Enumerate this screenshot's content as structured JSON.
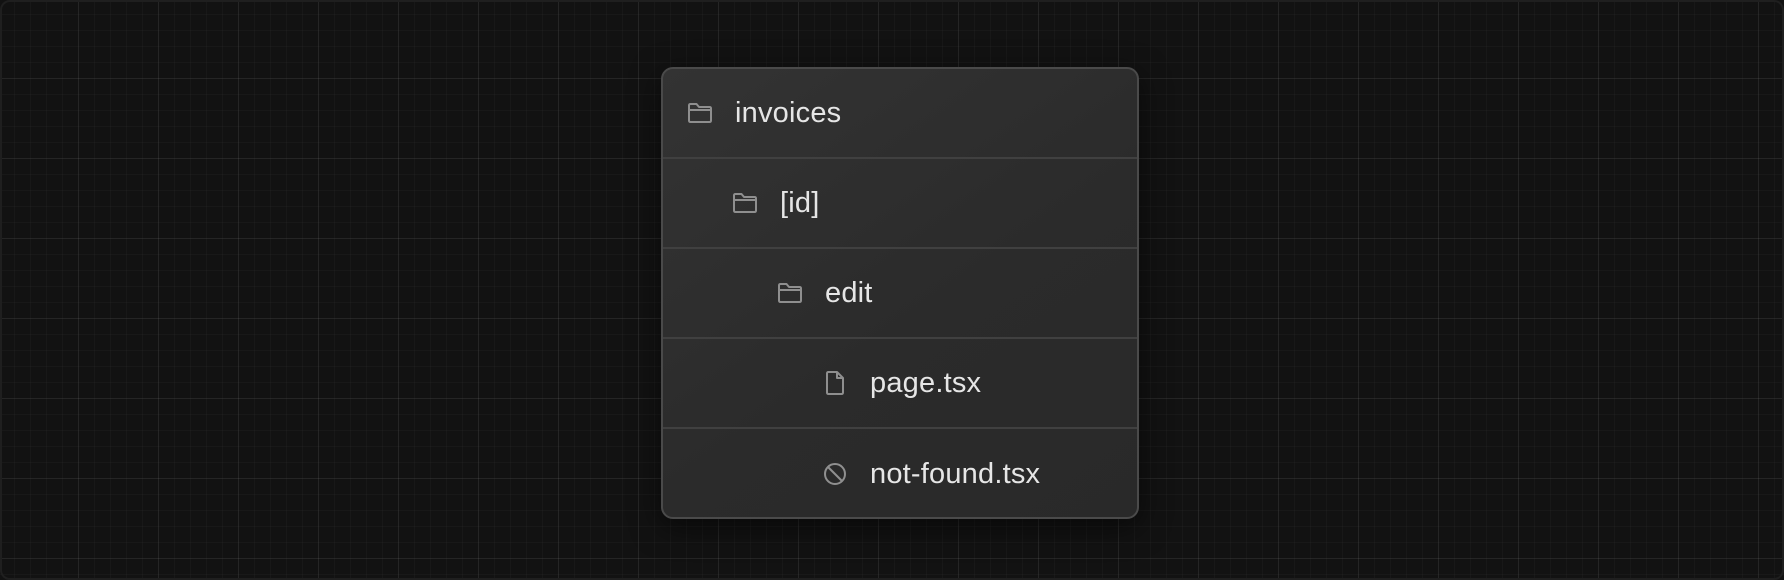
{
  "tree": {
    "rows": [
      {
        "label": "invoices",
        "icon": "folder-icon",
        "depth": 0
      },
      {
        "label": "[id]",
        "icon": "folder-icon",
        "depth": 1
      },
      {
        "label": "edit",
        "icon": "folder-icon",
        "depth": 2
      },
      {
        "label": "page.tsx",
        "icon": "file-icon",
        "depth": 3
      },
      {
        "label": "not-found.tsx",
        "icon": "not-found-icon",
        "depth": 3
      }
    ]
  },
  "colors": {
    "background": "#121212",
    "panel": "#2d2d2d",
    "border": "#4a4a4a",
    "divider": "#404040",
    "text": "#e6e6e6",
    "icon": "#8f8f8f"
  }
}
